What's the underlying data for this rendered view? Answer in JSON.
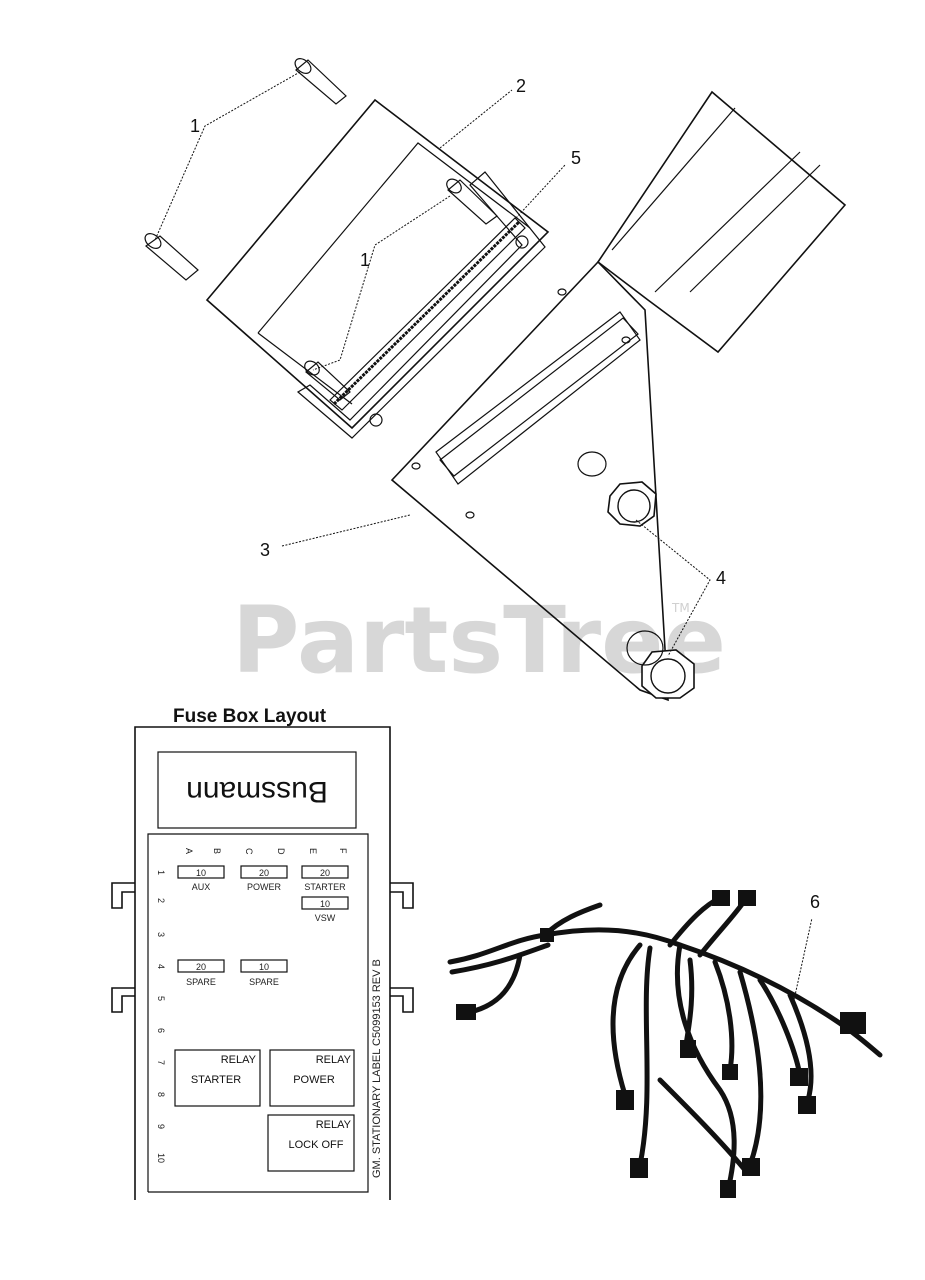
{
  "watermark": {
    "text": "PartsTree",
    "trademark": "TM"
  },
  "callouts": {
    "screws": "1",
    "screws_lower": "1",
    "cover": "2",
    "bracket": "3",
    "bolts": "4",
    "gasket": "5",
    "harness": "6"
  },
  "fuse_box": {
    "title": "Fuse Box Layout",
    "brand": "Bussmann",
    "columns": [
      "A",
      "B",
      "C",
      "D",
      "E",
      "F"
    ],
    "rows": [
      "1",
      "2",
      "3",
      "4",
      "5",
      "6",
      "7",
      "8",
      "9",
      "10"
    ],
    "fuses": [
      {
        "rating": "10",
        "label": "AUX"
      },
      {
        "rating": "20",
        "label": "POWER"
      },
      {
        "rating": "20",
        "label": "STARTER"
      },
      {
        "rating": "10",
        "label": "VSW"
      },
      {
        "rating": "20",
        "label": "SPARE"
      },
      {
        "rating": "10",
        "label": "SPARE"
      }
    ],
    "relays": [
      {
        "tag": "RELAY",
        "label": "STARTER"
      },
      {
        "tag": "RELAY",
        "label": "POWER"
      },
      {
        "tag": "RELAY",
        "label": "LOCK OFF"
      }
    ],
    "side_label": "GM. STATIONARY    LABEL  C5099153  REV B"
  }
}
